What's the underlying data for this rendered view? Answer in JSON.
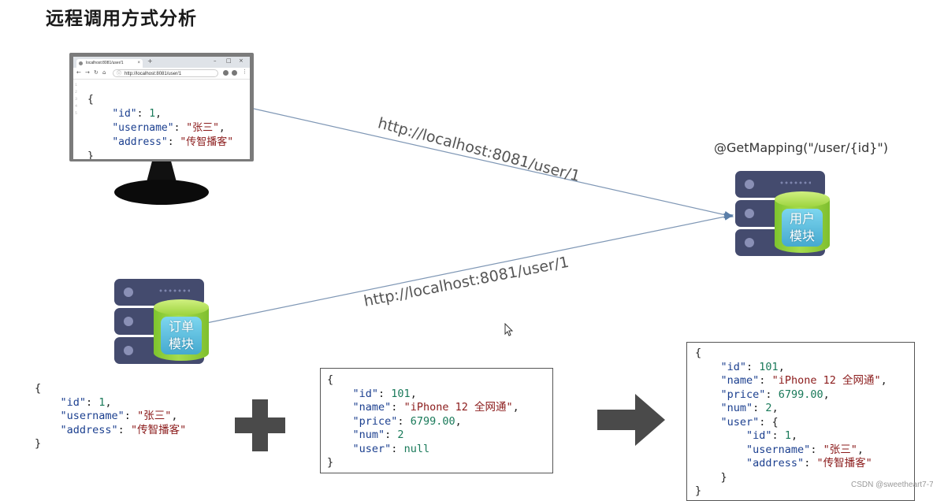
{
  "title": "远程调用方式分析",
  "browser": {
    "tab_title": "localhost:8081/user/1",
    "tab_close": "×",
    "new_tab": "+",
    "url": "http://localhost:8081/user/1",
    "line_numbers": "1\n2\n3\n4\n5"
  },
  "labels": {
    "url_top": "http://localhost:8081/user/1",
    "url_bottom": "http://localhost:8081/user/1",
    "mapping": "@GetMapping(\"/user/{id}\")",
    "user_module_line1": "用户",
    "user_module_line2": "模块",
    "order_module_line1": "订单",
    "order_module_line2": "模块"
  },
  "browser_json": {
    "id": "1",
    "username": "\"张三\"",
    "address": "\"传智播客\""
  },
  "user_json": {
    "id": "1",
    "username": "\"张三\"",
    "address": "\"传智播客\""
  },
  "order_json": {
    "id": "101",
    "name": "\"iPhone 12 全网通\"",
    "price": "6799.00",
    "num": "2",
    "user": "null"
  },
  "result_json": {
    "id": "101",
    "name": "\"iPhone 12 全网通\"",
    "price": "6799.00",
    "num": "2",
    "user_id": "1",
    "user_username": "\"张三\"",
    "user_address": "\"传智播客\""
  },
  "watermark": "CSDN @sweetheart7-7",
  "colors": {
    "server": "#444b6e",
    "cylinder": "#8fce3a",
    "label": "#55b6dc",
    "arrow": "#4a4a4a"
  }
}
